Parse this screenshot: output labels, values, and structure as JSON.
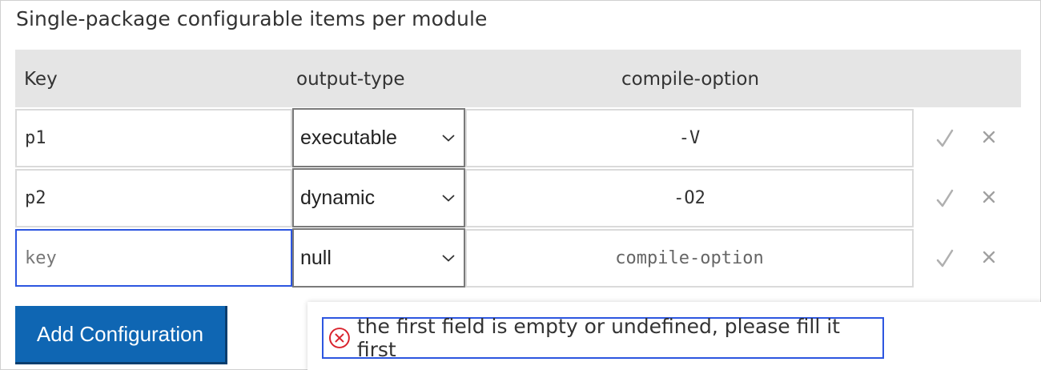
{
  "section_title": "Single-package configurable items per module",
  "table": {
    "headers": {
      "key": "Key",
      "output_type": "output-type",
      "compile_option": "compile-option"
    },
    "rows": [
      {
        "key": "p1",
        "output_type": "executable",
        "compile_option": "-V"
      },
      {
        "key": "p2",
        "output_type": "dynamic",
        "compile_option": "-O2"
      }
    ],
    "new_row": {
      "key_placeholder": "key",
      "output_type": "null",
      "compile_option_placeholder": "compile-option"
    }
  },
  "add_button_label": "Add Configuration",
  "error_message": "the first field is empty or undefined, please fill it first",
  "icons": {
    "confirm": "check-icon",
    "delete": "close-icon",
    "dropdown": "chevron-down-icon",
    "error": "error-circle-icon"
  },
  "colors": {
    "primary_button": "#0f66b3",
    "focus_border": "#2d56e0",
    "error": "#d9232d",
    "header_bg": "#e5e5e5"
  }
}
